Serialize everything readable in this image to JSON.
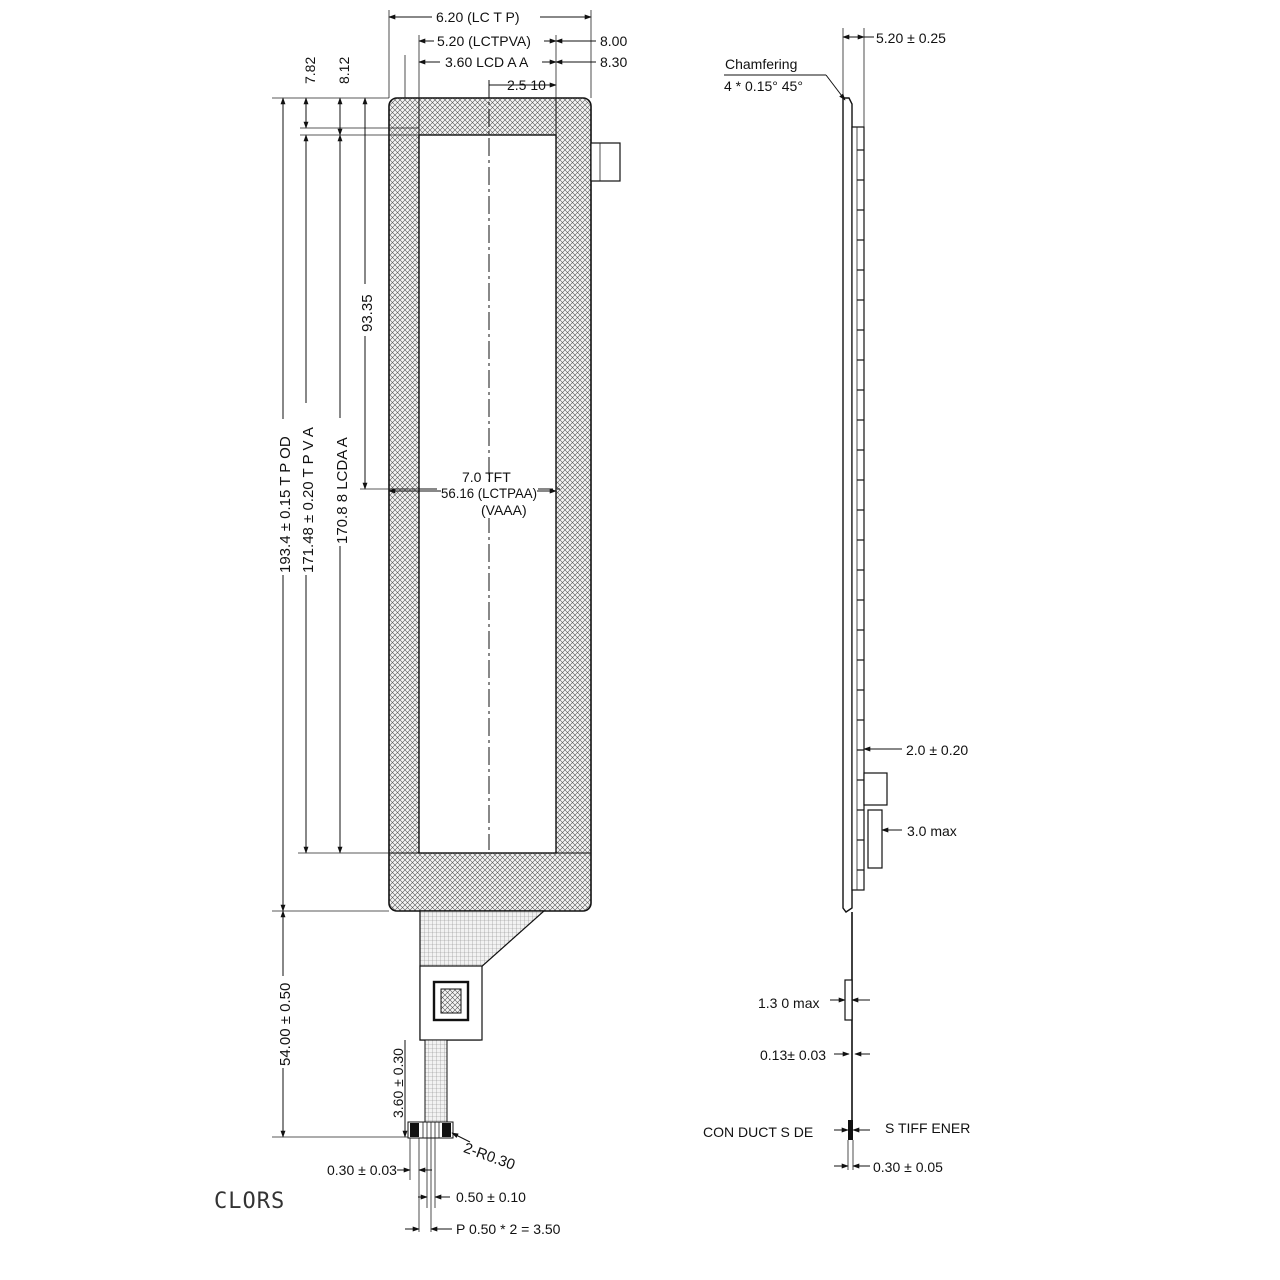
{
  "front_view": {
    "top_dims": {
      "lctp": "6.20 (LC T P)",
      "lctpva": "5.20 (LCTPVA)",
      "lcdaa": "3.60 LCD A A",
      "center": "2.5 10",
      "right_a": "8.00",
      "right_b": "8.30"
    },
    "vert_top_dims": {
      "a": "7.82",
      "b": "8.12"
    },
    "vert_dims": {
      "mid": "93.35",
      "tp_od": "193.4 ± 0.15 T P OD",
      "tp_va": "171.48 ± 0.20 T P V A",
      "lcd_aa": "170.8 8 LCDA A",
      "fpc_len": "54.00 ± 0.50",
      "fpc_tail": "3.60 ± 0.30"
    },
    "center_labels": {
      "tft": "7.0 TFT",
      "lctpaa": "56.16 (LCTPAA)",
      "vaaa": "(VAAA)"
    },
    "bottom_dims": {
      "width": "0.30 ± 0.03",
      "radius": "2-R0.30",
      "pitch_w": "0.50 ± 0.10",
      "pitch": "P 0.50 * 2 = 3.50"
    },
    "logo": "CLORS"
  },
  "side_view": {
    "thickness": "5.20 ± 0.25",
    "chamfer_label": "Chamfering",
    "chamfer_value": "4 * 0.15° 45°",
    "gap": "2.0 ± 0.20",
    "max_a": "3.0 max",
    "max_b": "1.3 0 max",
    "fpc_t": "0.13± 0.03",
    "conductive": "CON DUCT S DE",
    "stiffener": "S TIFF ENER",
    "stiffener_t": "0.30 ± 0.05"
  }
}
